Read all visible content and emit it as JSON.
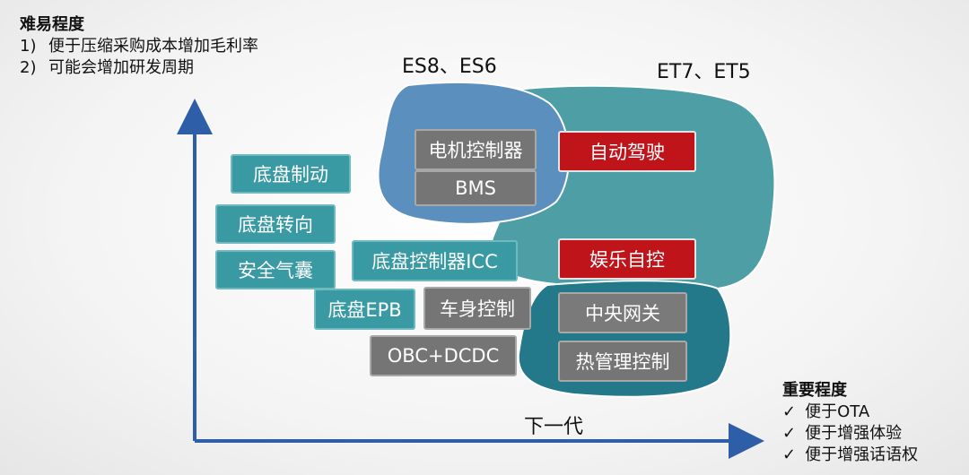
{
  "difficulty": {
    "title": "难易程度",
    "items": [
      {
        "num": "1)",
        "text": "便于压缩采购成本增加毛利率"
      },
      {
        "num": "2)",
        "text": "可能会增加研发周期"
      }
    ]
  },
  "importance": {
    "title": "重要程度",
    "check": "✓",
    "items": [
      "便于OTA",
      "便于增强体验",
      "便于增强话语权"
    ]
  },
  "regions": {
    "es": "ES8、ES6",
    "et": "ET7、ET5"
  },
  "x_axis_label": "下一代",
  "boxes": {
    "chassis_brake": "底盘制动",
    "chassis_steer": "底盘转向",
    "airbag": "安全气囊",
    "chassis_icc": "底盘控制器ICC",
    "chassis_epb": "底盘EPB",
    "body_ctrl": "车身控制",
    "obc_dcdc": "OBC+DCDC",
    "motor_ctrl": "电机控制器",
    "bms": "BMS",
    "autopilot": "自动驾驶",
    "infotainment": "娱乐自控",
    "gateway": "中央网关",
    "thermal": "热管理控制"
  },
  "colors": {
    "teal_blob": "#4e9ea6",
    "blue_blob": "#5b8fbe",
    "dark_blob": "#23788a",
    "axis": "#2f5ea8",
    "teal_box": "#3a9aa3",
    "gray_box": "#757575",
    "red_box": "#c0141b"
  }
}
